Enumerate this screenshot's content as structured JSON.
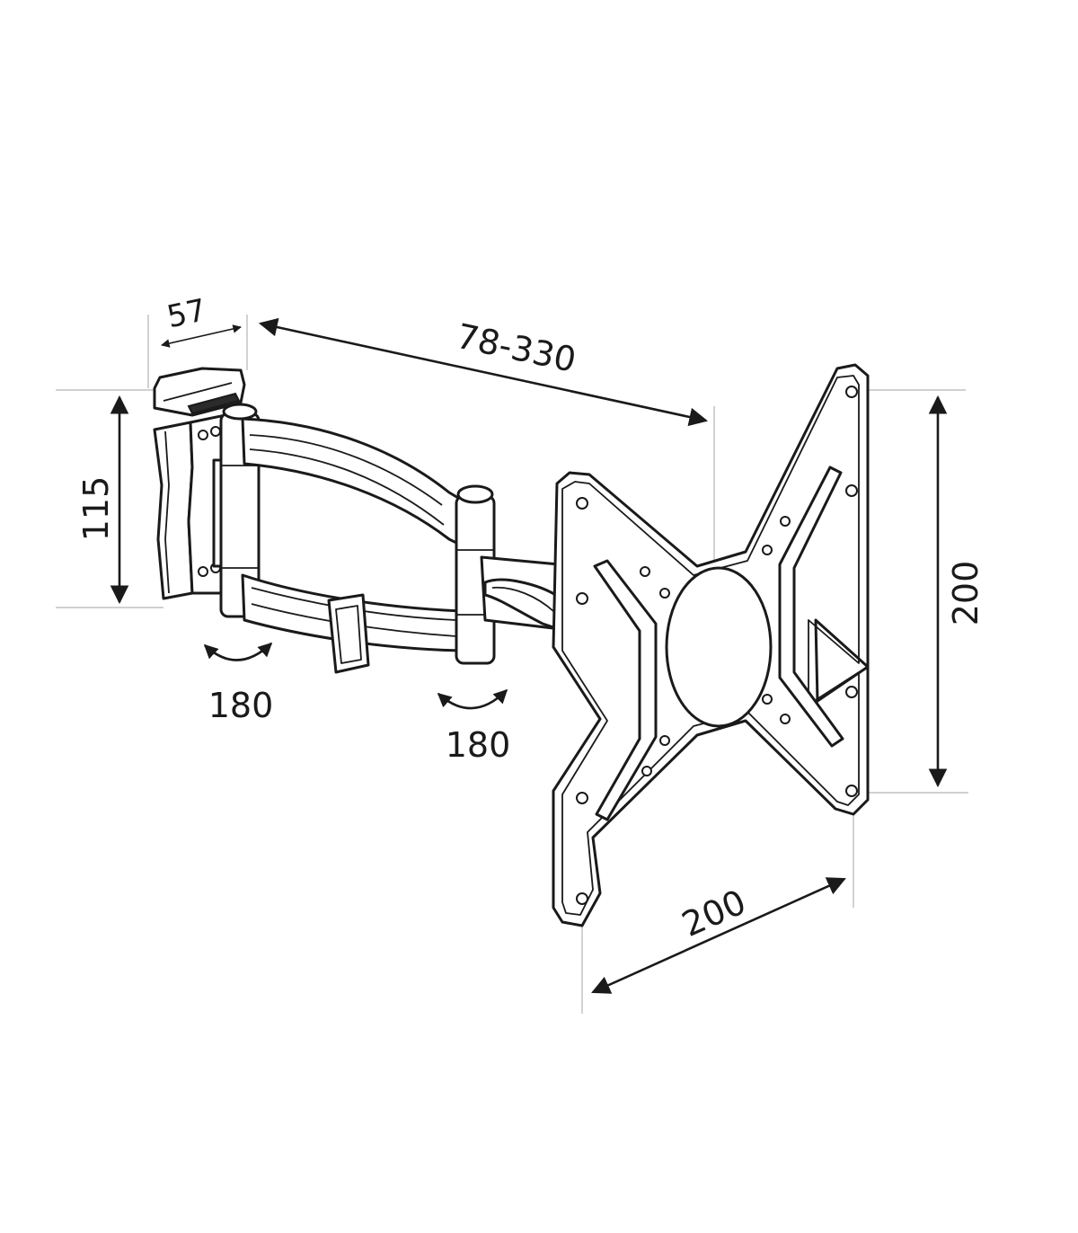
{
  "dimensions": {
    "wall_plate_depth": "57",
    "arm_extension": "78-330",
    "wall_plate_height": "115",
    "vesa_vertical": "200",
    "vesa_horizontal": "200"
  },
  "rotations": {
    "wall_joint": "180",
    "tv_joint": "180"
  },
  "colors": {
    "line": "#1a1a1a",
    "extension_line": "#b5b5b5",
    "background": "#ffffff"
  }
}
